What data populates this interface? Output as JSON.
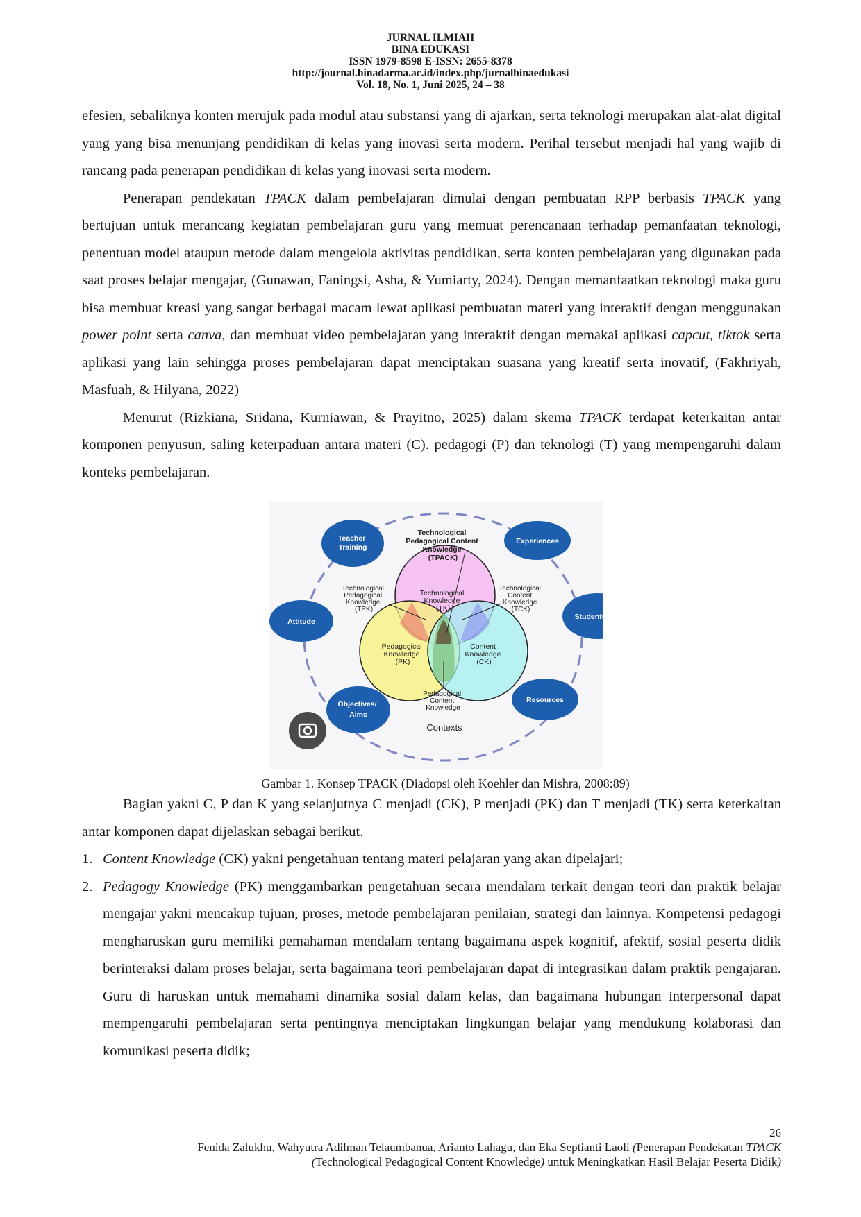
{
  "header": {
    "journal": "JURNAL ILMIAH",
    "name": "BINA EDUKASI",
    "issn": "ISSN 1979-8598 E-ISSN: 2655-8378",
    "url": "http://journal.binadarma.ac.id/index.php/jurnalbinaedukasi",
    "volume": "Vol. 18, No. 1, Juni 2025, 24 – 38"
  },
  "para1": "efesien, sebaliknya konten merujuk pada modul atau substansi yang di ajarkan, serta teknologi merupakan alat-alat digital yang yang bisa menunjang pendidikan di kelas yang inovasi serta modern. Perihal tersebut menjadi hal yang wajib di rancang pada penerapan pendidikan di kelas yang inovasi serta modern.",
  "para2": {
    "a": "Penerapan pendekatan ",
    "b": "TPACK",
    "c": " dalam pembelajaran dimulai dengan pembuatan RPP berbasis ",
    "d": "TPACK",
    "e": " yang bertujuan untuk merancang kegiatan pembelajaran guru yang memuat perencanaan terhadap pemanfaatan teknologi, penentuan model ataupun metode dalam mengelola aktivitas pendidikan, serta konten pembelajaran yang digunakan pada saat proses belajar mengajar, (Gunawan, Faningsi, Asha, & Yumiarty, 2024). Dengan memanfaatkan teknologi maka guru bisa membuat kreasi yang sangat berbagai macam lewat aplikasi pembuatan materi yang interaktif dengan menggunakan ",
    "f": "power point",
    "g": " serta ",
    "h": "canva",
    "i": ", dan membuat video pembelajaran yang interaktif dengan memakai aplikasi ",
    "j": "capcut, tiktok",
    "k": " serta aplikasi yang lain sehingga proses pembelajaran dapat menciptakan suasana yang kreatif serta inovatif, (Fakhriyah, Masfuah, & Hilyana, 2022)"
  },
  "para3": {
    "a": "Menurut (Rizkiana, Sridana, Kurniawan, & Prayitno, 2025) dalam skema ",
    "b": "TPACK",
    "c": " terdapat keterkaitan antar komponen penyusun, saling keterpaduan antara materi (C). pedagogi (P) dan teknologi (T) yang mempengaruhi dalam konteks pembelajaran."
  },
  "figure": {
    "tpack": [
      "Technological",
      "Pedagogical Content",
      "Knowledge",
      "(TPACK)"
    ],
    "tpk": [
      "Technological",
      "Pedagogical",
      "Knowledge",
      "(TPK)"
    ],
    "tck": [
      "Technological",
      "Content",
      "Knowledge",
      "(TCK)"
    ],
    "tk": [
      "Technological",
      "Knowledge",
      "(TK)"
    ],
    "pk": [
      "Pedagogical",
      "Knowledge",
      "(PK)"
    ],
    "ck": [
      "Content",
      "Knowledge",
      "(CK)"
    ],
    "pck": [
      "Pedagogical",
      "Content",
      "Knowledge"
    ],
    "contexts": "Contexts",
    "teacher": [
      "Teacher",
      "Training"
    ],
    "experiences": "Experiences",
    "attitude": "Attitude",
    "students": "Students",
    "objectives": [
      "Objectives/",
      "Aims"
    ],
    "resources": "Resources",
    "colors": {
      "tk": "#f5b8f0",
      "pk": "#f7f27a",
      "ck": "#9ef0ee",
      "bubble": "#1d5fae"
    }
  },
  "caption": "Gambar 1. Konsep TPACK (Diadopsi oleh Koehler dan Mishra, 2008:89)",
  "para4": "Bagian yakni C, P dan K yang selanjutnya C menjadi (CK), P menjadi (PK) dan T menjadi (TK) serta keterkaitan antar komponen dapat dijelaskan sebagai berikut.",
  "list": [
    {
      "num": "1.",
      "term": "Content Knowledge",
      "rest": " (CK) yakni pengetahuan tentang materi pelajaran yang akan dipelajari;"
    },
    {
      "num": "2.",
      "term": "Pedagogy Knowledge",
      "rest": " (PK) menggambarkan pengetahuan secara mendalam terkait dengan teori dan praktik belajar mengajar yakni mencakup tujuan,  proses, metode pembelajaran penilaian, strategi dan lainnya. Kompetensi pedagogi mengharuskan guru memiliki pemahaman mendalam tentang bagaimana aspek kognitif, afektif, sosial peserta didik berinteraksi dalam proses belajar, serta bagaimana teori pembelajaran dapat di integrasikan dalam praktik pengajaran. Guru di haruskan untuk memahami dinamika sosial dalam kelas, dan bagaimana hubungan interpersonal dapat mempengaruhi pembelajaran serta pentingnya menciptakan lingkungan belajar yang mendukung kolaborasi dan komunikasi peserta didik;"
    }
  ],
  "footer": {
    "page": "26",
    "authors": "Fenida Zalukhu, Wahyutra Adilman Telaumbanua, Arianto Lahagu, dan Eka Septianti Laoli ",
    "paren_open": "(",
    "title_a": "Penerapan Pendekatan ",
    "title_tpack": "TPACK",
    "paren2": "(",
    "title_b": "Technological Pedagogical Content Knowledge",
    "paren_close": ")",
    "title_c": " untuk Meningkatkan Hasil Belajar Peserta Didik",
    "paren_end": ")"
  }
}
